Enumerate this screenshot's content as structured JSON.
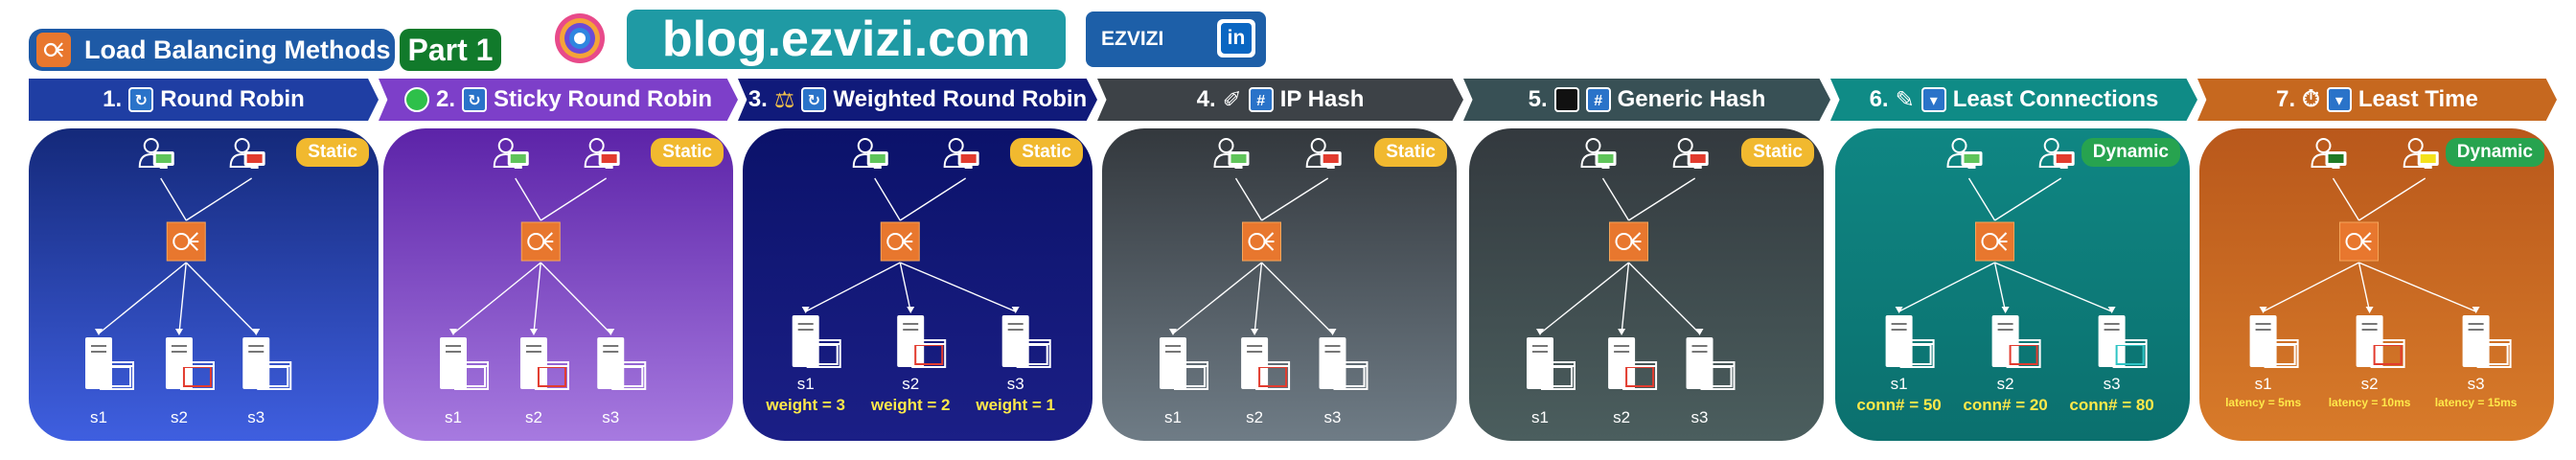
{
  "header": {
    "title": "Load Balancing Methods",
    "part": "Part 1",
    "blog": "blog.ezvizi.com",
    "brand": "EZVIZI",
    "linkedin": "in"
  },
  "colors": {
    "title_pill": "#1e5aa6",
    "part_pill": "#117a2b",
    "blog_pill": "#1f9aa4",
    "orange": "#e8772e"
  },
  "methods": [
    {
      "label": "1.",
      "name": "Round Robin",
      "badge": "Static",
      "servers": [
        "s1",
        "s2",
        "s3"
      ],
      "metrics": [],
      "header_color": "#1f3ea3",
      "panel_top": "#14297a",
      "panel_bottom": "#3f5fe0",
      "icon": "refresh-icon"
    },
    {
      "label": "2.",
      "name": "Sticky Round Robin",
      "badge": "Static",
      "servers": [
        "s1",
        "s2",
        "s3"
      ],
      "metrics": [],
      "header_color": "#7d3fc9",
      "panel_top": "#5c23a8",
      "panel_bottom": "#a77ae0",
      "icon": "refresh-icon"
    },
    {
      "label": "3.",
      "name": "Weighted Round Robin",
      "badge": "Static",
      "servers": [
        "s1",
        "s2",
        "s3"
      ],
      "metrics": [
        "weight = 3",
        "weight = 2",
        "weight = 1"
      ],
      "header_color": "#101a7a",
      "panel_top": "#0b126a",
      "panel_bottom": "#1b1f86",
      "icon": "scale-icon"
    },
    {
      "label": "4.",
      "name": "IP Hash",
      "badge": "Static",
      "servers": [
        "s1",
        "s2",
        "s3"
      ],
      "metrics": [],
      "header_color": "#3d4247",
      "panel_top": "#33383d",
      "panel_bottom": "#6f7c86",
      "icon": "hash-icon"
    },
    {
      "label": "5.",
      "name": "Generic Hash",
      "badge": "Static",
      "servers": [
        "s1",
        "s2",
        "s3"
      ],
      "metrics": [],
      "header_color": "#385055",
      "panel_top": "#33393e",
      "panel_bottom": "#4b5e5e",
      "icon": "hash-icon"
    },
    {
      "label": "6.",
      "name": "Least Connections",
      "badge": "Dynamic",
      "servers": [
        "s1",
        "s2",
        "s3"
      ],
      "metrics": [
        "conn# = 50",
        "conn# = 20",
        "conn# = 80"
      ],
      "header_color": "#0f8b86",
      "panel_top": "#0f8683",
      "panel_bottom": "#0b706e",
      "icon": "plug-icon"
    },
    {
      "label": "7.",
      "name": "Least Time",
      "badge": "Dynamic",
      "servers": [
        "s1",
        "s2",
        "s3"
      ],
      "metrics": [
        "latency = 5ms",
        "latency = 10ms",
        "latency = 15ms"
      ],
      "header_color": "#c6681f",
      "panel_top": "#b9581b",
      "panel_bottom": "#d87b2a",
      "icon": "stopwatch-icon"
    }
  ]
}
